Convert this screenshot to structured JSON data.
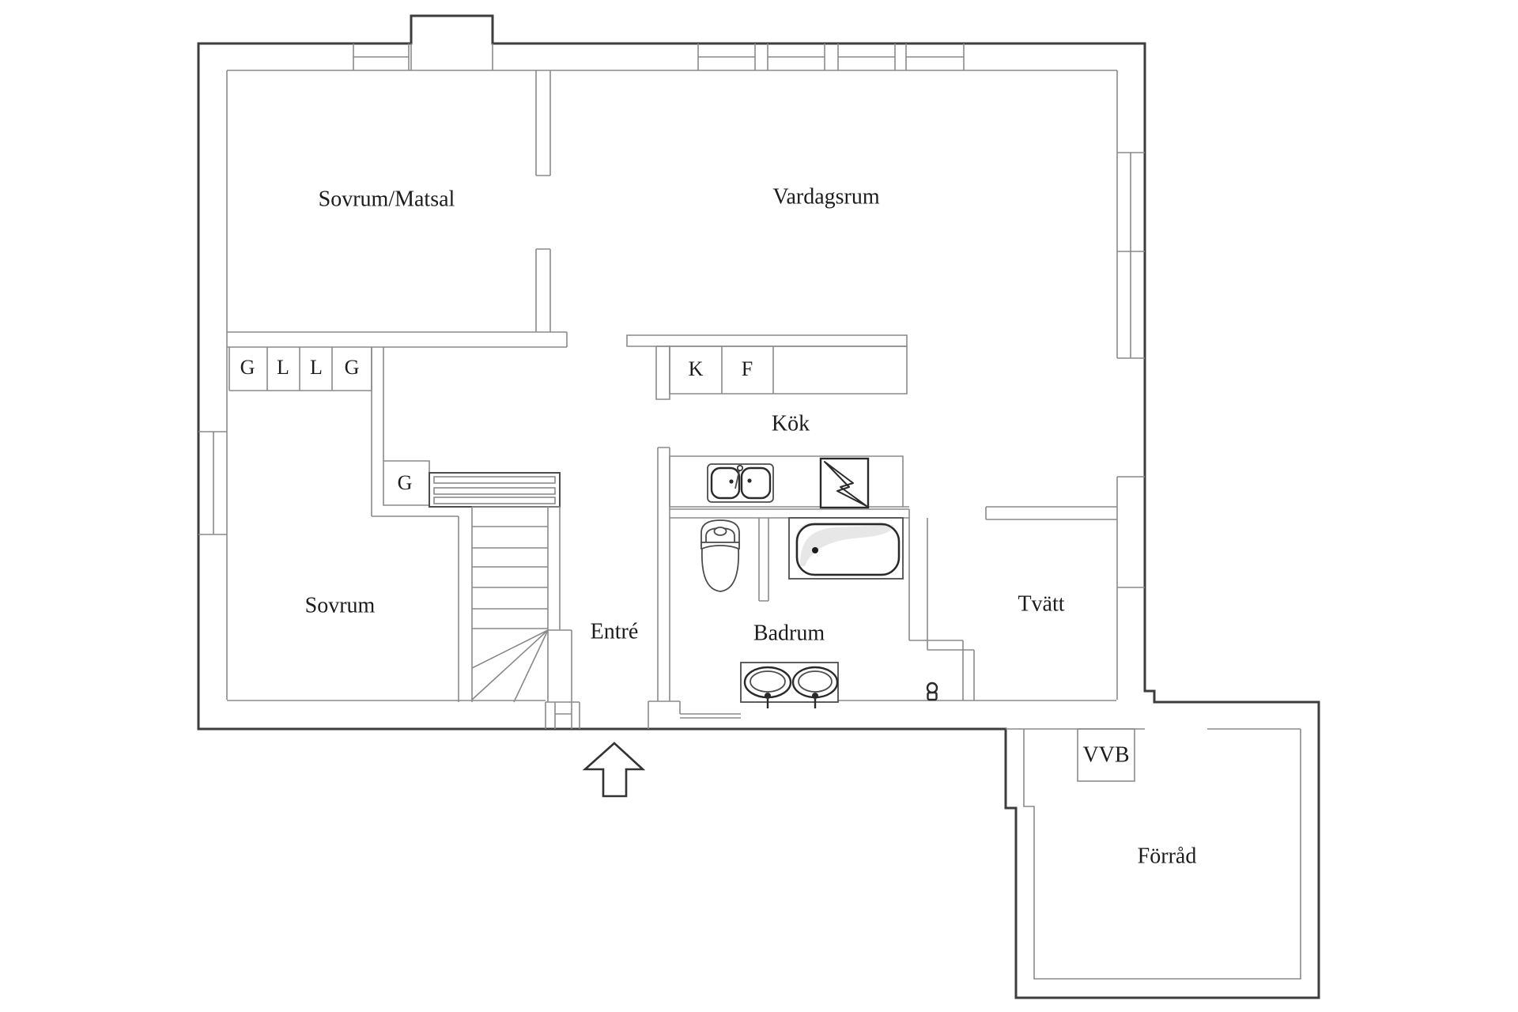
{
  "plan": {
    "type": "floor-plan",
    "language": "Swedish",
    "rooms": {
      "sovrum_matsal": "Sovrum/Matsal",
      "vardagsrum": "Vardagsrum",
      "kok": "Kök",
      "sovrum": "Sovrum",
      "entre": "Entré",
      "badrum": "Badrum",
      "tvatt": "Tvätt",
      "forrad": "Förråd"
    },
    "closet_row": [
      "G",
      "L",
      "L",
      "G"
    ],
    "stair_closet": "G",
    "appliances": {
      "kyl": "K",
      "frys": "F",
      "varmvattenberedare": "VVB"
    },
    "colors": {
      "background": "#ffffff",
      "outer_wall": "#3d3d3d",
      "inner_wall": "#8a8a8a",
      "fixture": "#2a2a2a",
      "text": "#1c1c1c",
      "tub_shading": "#e7e7e7"
    }
  }
}
